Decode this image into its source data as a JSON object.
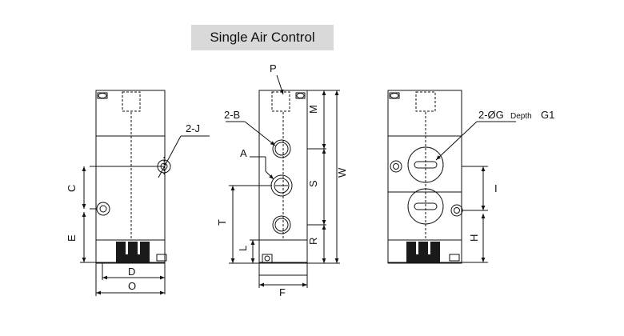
{
  "title": "Single Air Control",
  "labels": {
    "left": {
      "j": "2-J",
      "c": "C",
      "e": "E",
      "d": "D",
      "o": "O"
    },
    "middle": {
      "p": "P",
      "b": "2-B",
      "a": "A",
      "m": "M",
      "s": "S",
      "w": "W",
      "t": "T",
      "r": "R",
      "l": "L",
      "f": "F"
    },
    "right": {
      "g": "2-ØG",
      "depth": "Depth",
      "g1": "G1",
      "i": "I",
      "h": "H"
    }
  },
  "colors": {
    "line": "#111111",
    "title_bg": "#d9d9d9"
  }
}
